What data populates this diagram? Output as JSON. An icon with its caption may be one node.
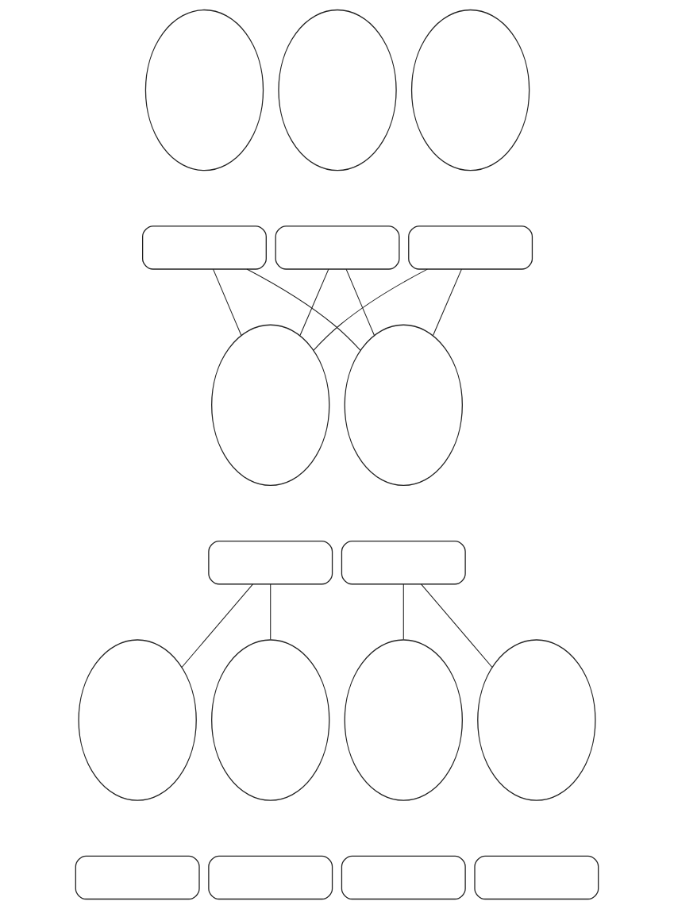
{
  "diagram": {
    "nodes": [
      {
        "text": [],
        "shape": "ellipse"
      },
      {
        "text": [],
        "shape": "ellipse"
      },
      {
        "text": [],
        "shape": "ellipse"
      },
      {
        "text": [],
        "shape": "box"
      },
      {
        "text": [],
        "shape": "box"
      },
      {
        "text": [],
        "shape": "box"
      },
      {
        "text": [],
        "shape": "ellipse"
      },
      {
        "text": [],
        "shape": "ellipse"
      },
      {
        "text": [],
        "shape": "box"
      },
      {
        "text": [],
        "shape": "box"
      },
      {
        "text": [],
        "shape": "ellipse"
      },
      {
        "text": [],
        "shape": "ellipse"
      },
      {
        "text": [],
        "shape": "ellipse"
      },
      {
        "text": [],
        "shape": "ellipse"
      },
      {
        "text": [],
        "shape": "box"
      },
      {
        "text": [],
        "shape": "box"
      },
      {
        "text": [],
        "shape": "box"
      },
      {
        "text": [],
        "shape": "box"
      }
    ],
    "edges": [
      {
        "from": 3,
        "to": 6,
        "arrow": "none"
      },
      {
        "from": 3,
        "to": 7,
        "arrow": "none"
      },
      {
        "from": 4,
        "to": 6,
        "arrow": "none"
      },
      {
        "from": 4,
        "to": 7,
        "arrow": "none"
      },
      {
        "from": 5,
        "to": 6,
        "arrow": "none"
      },
      {
        "from": 5,
        "to": 7,
        "arrow": "none"
      },
      {
        "from": 8,
        "to": 10,
        "arrow": "none"
      },
      {
        "from": 8,
        "to": 11,
        "arrow": "none"
      },
      {
        "from": 9,
        "to": 12,
        "arrow": "none"
      },
      {
        "from": 9,
        "to": 13,
        "arrow": "none"
      }
    ]
  }
}
